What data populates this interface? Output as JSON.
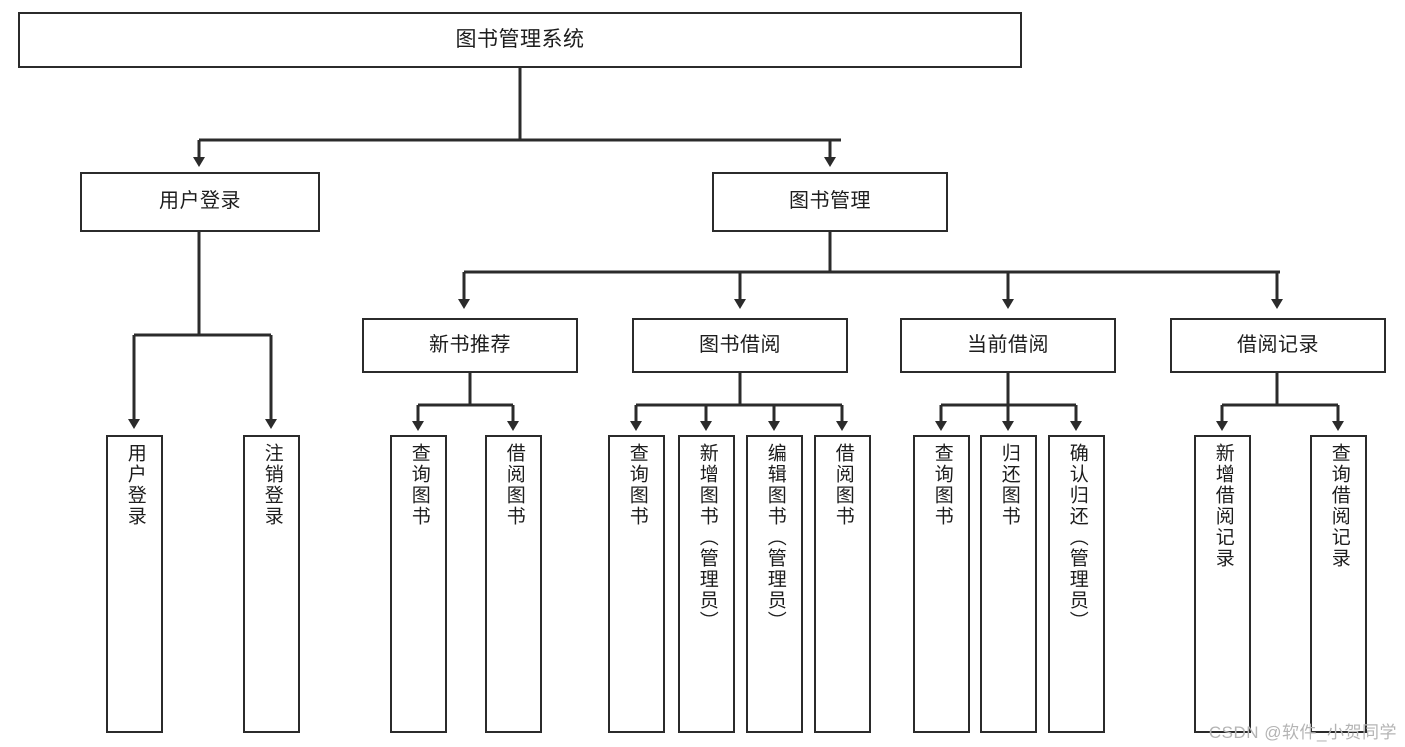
{
  "diagram": {
    "type": "tree",
    "title": "图书管理系统",
    "watermark": "CSDN @软件_小贺同学",
    "line_color": "#2b2b2b",
    "box_fill": "#ffffff",
    "text_color": "#1d1d1d",
    "watermark_color": "#b4b4b4",
    "nodes": {
      "root": {
        "label": "图书管理系统"
      },
      "level2": [
        {
          "id": "user-login",
          "label": "用户登录"
        },
        {
          "id": "book-manage",
          "label": "图书管理"
        }
      ],
      "level3": [
        {
          "id": "new-book-recommend",
          "label": "新书推荐"
        },
        {
          "id": "book-borrow",
          "label": "图书借阅"
        },
        {
          "id": "current-borrow",
          "label": "当前借阅"
        },
        {
          "id": "borrow-record",
          "label": "借阅记录"
        }
      ],
      "leaves": {
        "user-login": [
          {
            "id": "leaf-user-login",
            "label": "用户登录"
          },
          {
            "id": "leaf-logout-login",
            "label": "注销登录"
          }
        ],
        "new-book-recommend": [
          {
            "id": "leaf-query-book-1",
            "label": "查询图书"
          },
          {
            "id": "leaf-borrow-book-1",
            "label": "借阅图书"
          }
        ],
        "book-borrow": [
          {
            "id": "leaf-query-book-2",
            "label": "查询图书"
          },
          {
            "id": "leaf-add-book-admin",
            "label": "新增图书（管理员）"
          },
          {
            "id": "leaf-edit-book-admin",
            "label": "编辑图书（管理员）"
          },
          {
            "id": "leaf-borrow-book-2",
            "label": "借阅图书"
          }
        ],
        "current-borrow": [
          {
            "id": "leaf-query-book-3",
            "label": "查询图书"
          },
          {
            "id": "leaf-return-book",
            "label": "归还图书"
          },
          {
            "id": "leaf-confirm-return-admin",
            "label": "确认归还（管理员）"
          }
        ],
        "borrow-record": [
          {
            "id": "leaf-add-borrow-record",
            "label": "新增借阅记录"
          },
          {
            "id": "leaf-query-borrow-record",
            "label": "查询借阅记录"
          }
        ]
      }
    }
  }
}
